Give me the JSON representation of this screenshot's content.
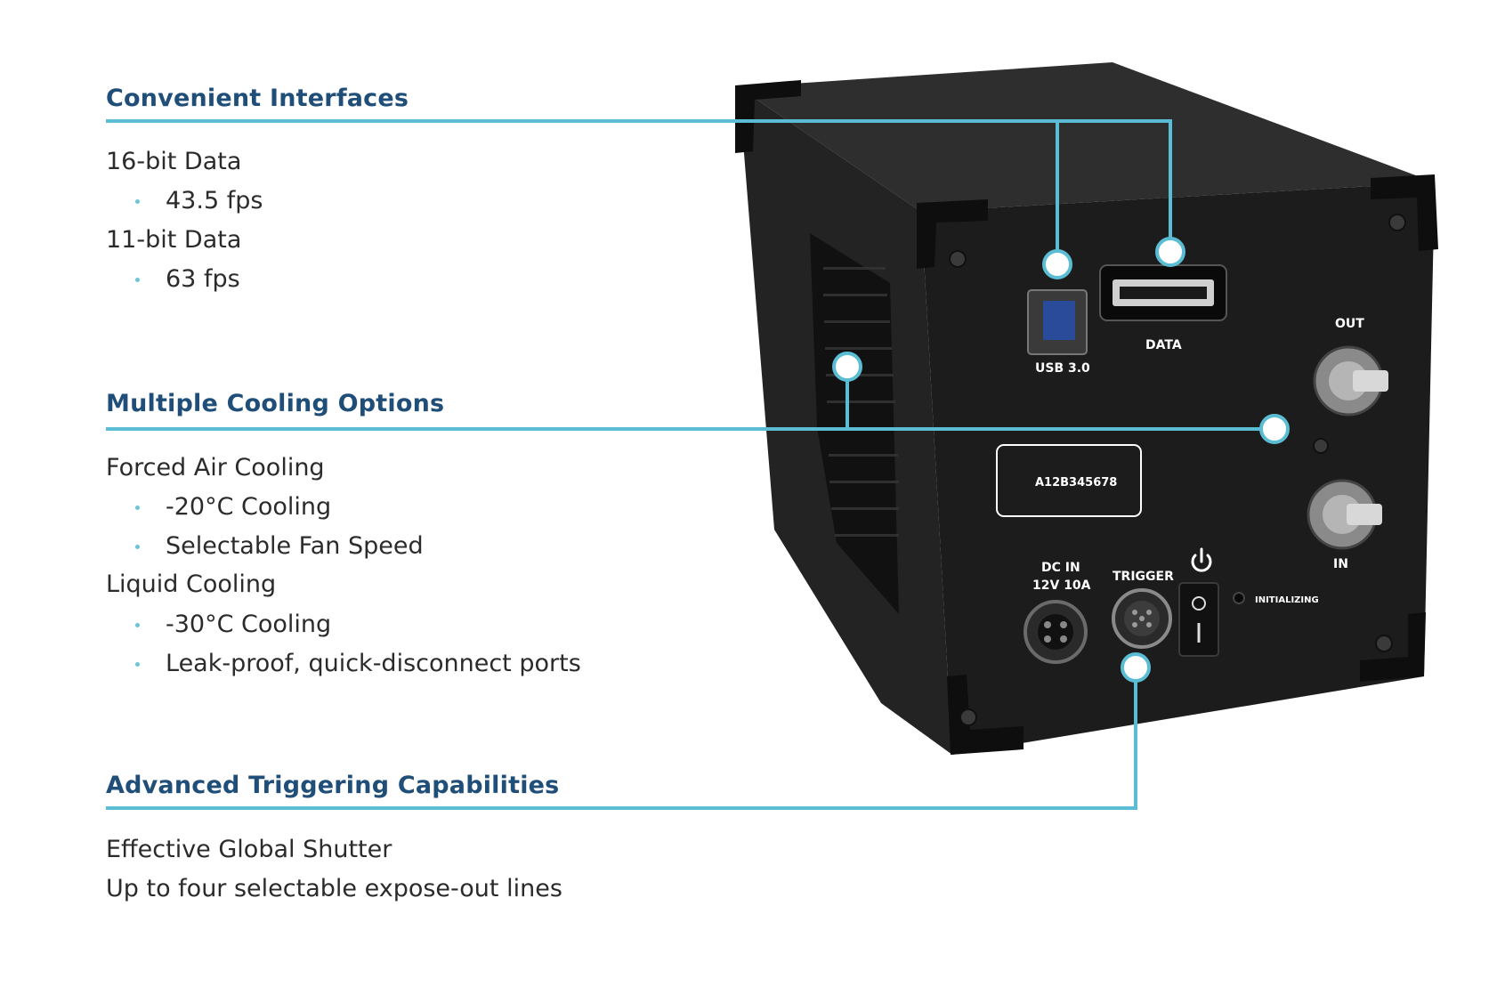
{
  "colors": {
    "heading": "#1f4e79",
    "callout_line": "#5bbdd4",
    "body_text": "#2b2b2b",
    "camera_body": "#1c1c1c"
  },
  "sections": {
    "interfaces": {
      "title": "Convenient Interfaces",
      "items": [
        {
          "text": "16-bit Data"
        },
        {
          "text": "43.5 fps"
        },
        {
          "text": "11-bit Data"
        },
        {
          "text": "63 fps"
        }
      ]
    },
    "cooling": {
      "title": "Multiple Cooling Options",
      "items": [
        {
          "text": "Forced Air Cooling"
        },
        {
          "text": "-20°C Cooling"
        },
        {
          "text": "Selectable Fan Speed"
        },
        {
          "text": "Liquid Cooling"
        },
        {
          "text": "-30°C Cooling"
        },
        {
          "text": "Leak-proof, quick-disconnect ports"
        }
      ]
    },
    "triggering": {
      "title": "Advanced Triggering Capabilities",
      "items": [
        {
          "text": "Effective Global Shutter"
        },
        {
          "text": "Up to four selectable expose-out lines"
        }
      ]
    }
  },
  "camera": {
    "usb_label": "USB 3.0",
    "data_label": "DATA",
    "out_label": "OUT",
    "in_label": "IN",
    "serial": "A12B345678",
    "dc_in_line1": "DC IN",
    "dc_in_line2": "12V 10A",
    "trigger_label": "TRIGGER",
    "status_label": "INITIALIZING",
    "power_icon": "power-icon"
  }
}
